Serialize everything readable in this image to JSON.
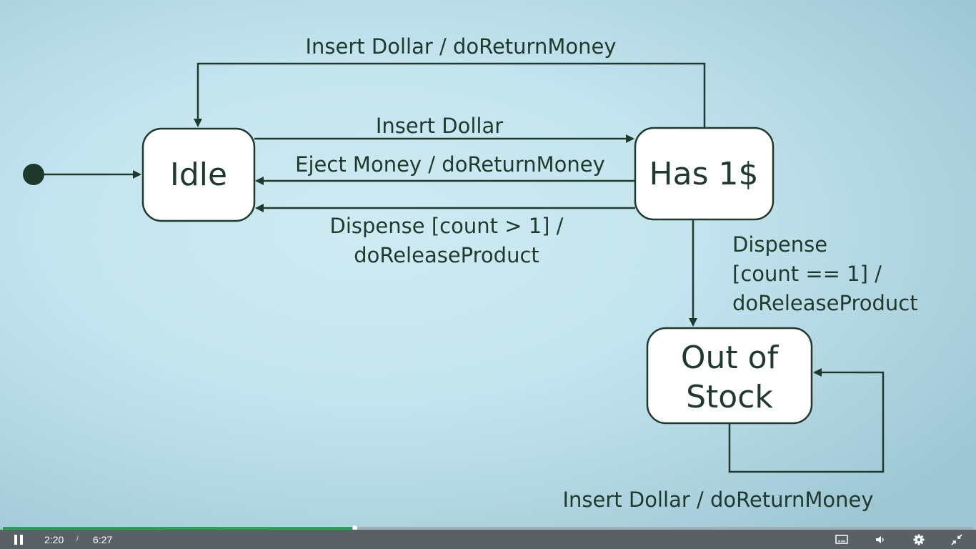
{
  "diagram": {
    "states": {
      "idle": "Idle",
      "has1": "Has 1$",
      "out_line1": "Out of",
      "out_line2": "Stock"
    },
    "transitions": {
      "top_return": "Insert Dollar / doReturnMoney",
      "insert": "Insert Dollar",
      "eject": "Eject Money / doReturnMoney",
      "dispense_many_line1": "Dispense [count > 1] /",
      "dispense_many_line2": "doReleaseProduct",
      "dispense_one_line1": "Dispense",
      "dispense_one_line2": "[count == 1] /",
      "dispense_one_line3": "doReleaseProduct",
      "self_loop": "Insert Dollar / doReturnMoney"
    },
    "colors": {
      "line": "#1f3a2c",
      "state_fill": "#ffffff",
      "background": "#c3e4ee"
    }
  },
  "player": {
    "current_time": "2:20",
    "separator": "/",
    "total_time": "6:27",
    "progress_fraction": 0.362,
    "accent": "#2aa35a",
    "icons": {
      "pause": "pause-icon",
      "captions": "captions-icon",
      "volume": "volume-icon",
      "settings": "gear-icon",
      "exit_fullscreen": "exit-fullscreen-icon"
    }
  }
}
